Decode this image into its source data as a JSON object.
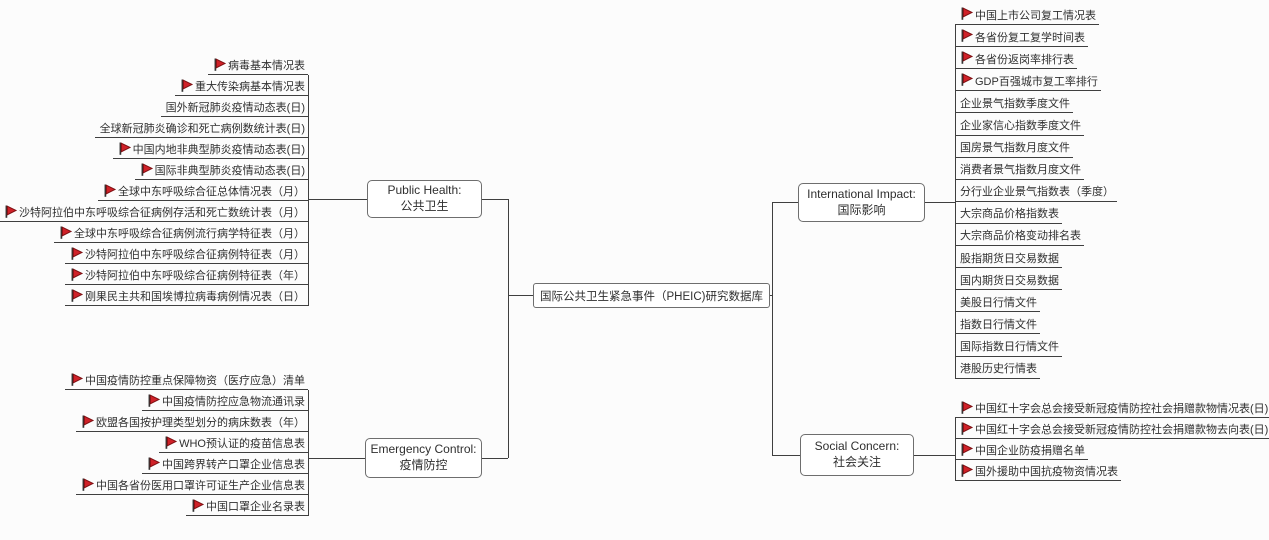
{
  "diagram": {
    "root": {
      "label": "国际公共卫生紧急事件（PHEIC)研究数据库"
    },
    "branches": [
      {
        "id": "public-health",
        "label_en": "Public Health:",
        "label_zh": "公共卫生",
        "side": "left",
        "items": [
          {
            "label": "病毒基本情况表",
            "flag": true
          },
          {
            "label": "重大传染病基本情况表",
            "flag": true
          },
          {
            "label": "国外新冠肺炎疫情动态表(日)",
            "flag": false
          },
          {
            "label": "全球新冠肺炎确诊和死亡病例数统计表(日)",
            "flag": false
          },
          {
            "label": "中国内地非典型肺炎疫情动态表(日)",
            "flag": true
          },
          {
            "label": "国际非典型肺炎疫情动态表(日)",
            "flag": true
          },
          {
            "label": "全球中东呼吸综合征总体情况表（月）",
            "flag": true
          },
          {
            "label": "沙特阿拉伯中东呼吸综合征病例存活和死亡数统计表（月）",
            "flag": true
          },
          {
            "label": "全球中东呼吸综合征病例流行病学特征表（月）",
            "flag": true
          },
          {
            "label": "沙特阿拉伯中东呼吸综合征病例特征表（月）",
            "flag": true
          },
          {
            "label": "沙特阿拉伯中东呼吸综合征病例特征表（年）",
            "flag": true
          },
          {
            "label": "刚果民主共和国埃博拉病毒病例情况表（日）",
            "flag": true
          }
        ]
      },
      {
        "id": "emergency-control",
        "label_en": "Emergency Control:",
        "label_zh": "疫情防控",
        "side": "left",
        "items": [
          {
            "label": "中国疫情防控重点保障物资（医疗应急）清单",
            "flag": true
          },
          {
            "label": "中国疫情防控应急物流通讯录",
            "flag": true
          },
          {
            "label": "欧盟各国按护理类型划分的病床数表（年）",
            "flag": true
          },
          {
            "label": "WHO预认证的疫苗信息表",
            "flag": true
          },
          {
            "label": "中国跨界转产口罩企业信息表",
            "flag": true
          },
          {
            "label": "中国各省份医用口罩许可证生产企业信息表",
            "flag": true
          },
          {
            "label": "中国口罩企业名录表",
            "flag": true
          }
        ]
      },
      {
        "id": "international-impact",
        "label_en": "International Impact:",
        "label_zh": "国际影响",
        "side": "right",
        "items": [
          {
            "label": "中国上市公司复工情况表",
            "flag": true
          },
          {
            "label": "各省份复工复学时间表",
            "flag": true
          },
          {
            "label": "各省份返岗率排行表",
            "flag": true
          },
          {
            "label": "GDP百强城市复工率排行",
            "flag": true
          },
          {
            "label": "企业景气指数季度文件",
            "flag": false
          },
          {
            "label": "企业家信心指数季度文件",
            "flag": false
          },
          {
            "label": "国房景气指数月度文件",
            "flag": false
          },
          {
            "label": "消费者景气指数月度文件",
            "flag": false
          },
          {
            "label": "分行业企业景气指数表（季度）",
            "flag": false
          },
          {
            "label": "大宗商品价格指数表",
            "flag": false
          },
          {
            "label": "大宗商品价格变动排名表",
            "flag": false
          },
          {
            "label": "股指期货日交易数据",
            "flag": false
          },
          {
            "label": "国内期货日交易数据",
            "flag": false
          },
          {
            "label": "美股日行情文件",
            "flag": false
          },
          {
            "label": "指数日行情文件",
            "flag": false
          },
          {
            "label": "国际指数日行情文件",
            "flag": false
          },
          {
            "label": "港股历史行情表",
            "flag": false
          }
        ]
      },
      {
        "id": "social-concern",
        "label_en": "Social Concern:",
        "label_zh": "社会关注",
        "side": "right",
        "items": [
          {
            "label": "中国红十字会总会接受新冠疫情防控社会捐赠款物情况表(日)",
            "flag": true
          },
          {
            "label": "中国红十字会总会接受新冠疫情防控社会捐赠款物去向表(日)",
            "flag": true
          },
          {
            "label": "中国企业防疫捐赠名单",
            "flag": true
          },
          {
            "label": "国外援助中国抗疫物资情况表",
            "flag": true
          }
        ]
      }
    ],
    "icons": {
      "flag": "flag-icon"
    },
    "colors": {
      "flag_red": "#cf2128",
      "flag_outline": "#7d0f12",
      "line": "#3f3f3f",
      "node_border": "#6e6e6e",
      "background": "#fcfcfc"
    }
  }
}
